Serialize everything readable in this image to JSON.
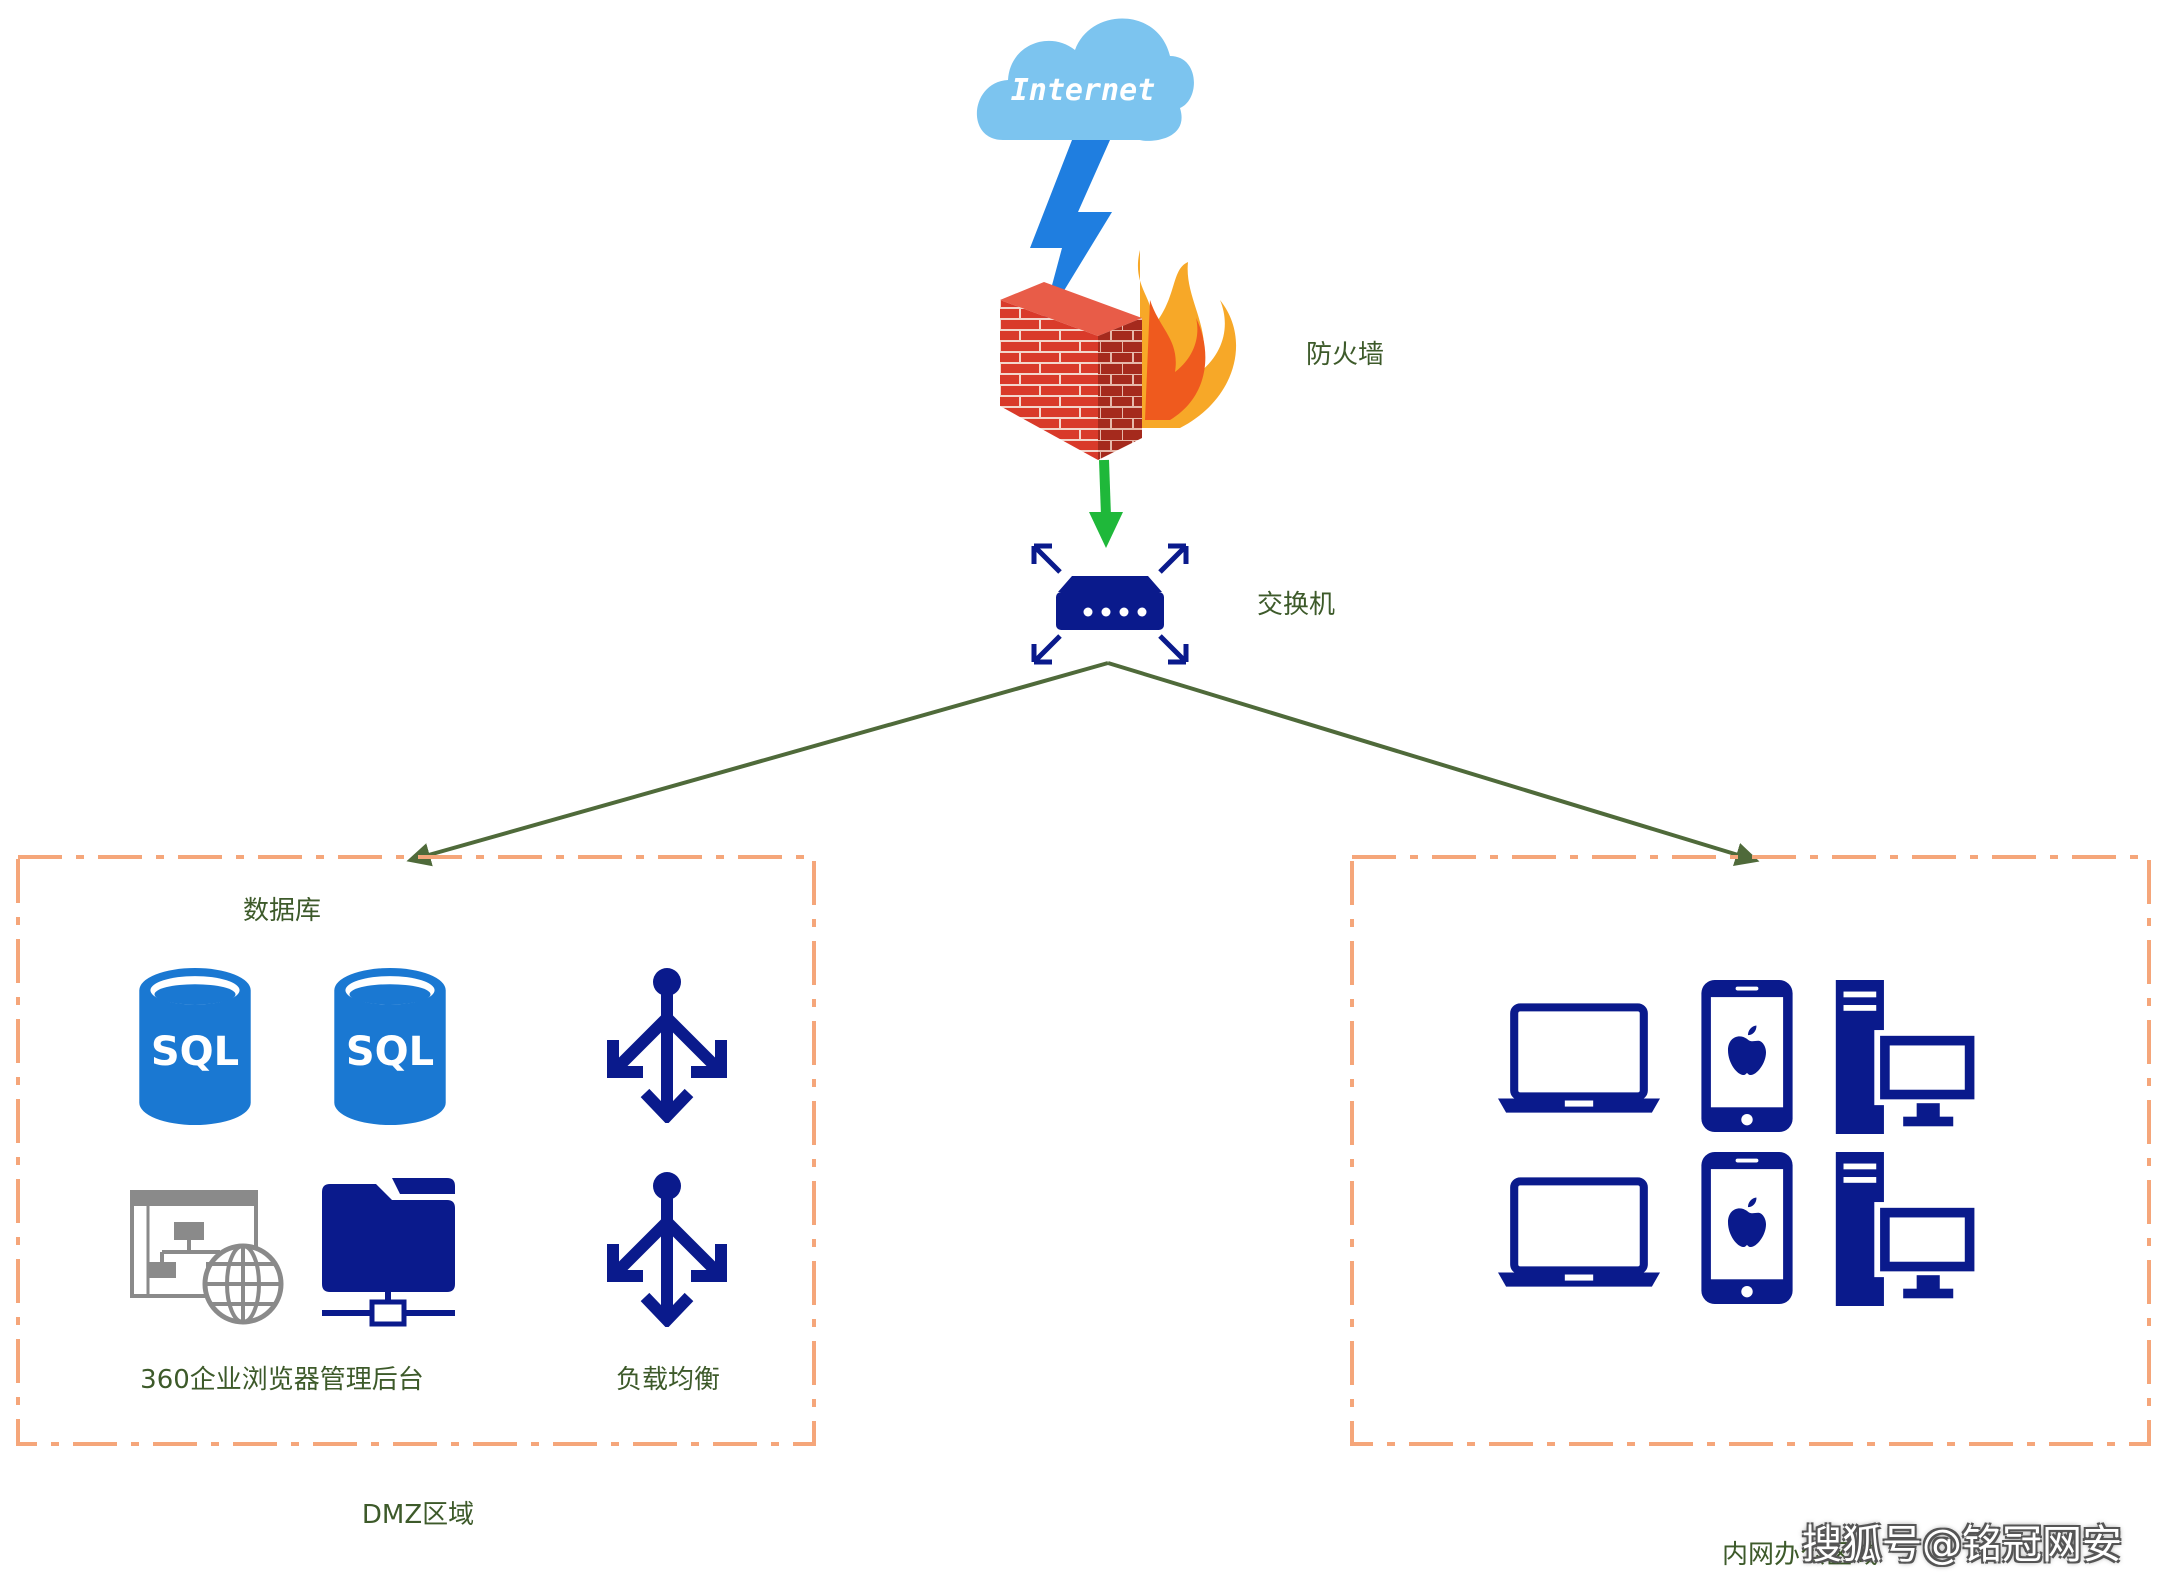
{
  "internet_label": "Internet",
  "labels": {
    "firewall": "防火墙",
    "switch": "交换机",
    "database": "数据库",
    "management": "360企业浏览器管理后台",
    "load_balance": "负载均衡",
    "dmz_zone": "DMZ区域",
    "intranet_zone": "内网办公区域"
  },
  "sql_text": "SQL",
  "watermark": "搜狐号@铭冠网安",
  "colors": {
    "edge": "#4f6a3a",
    "zone_border": "#f5a67a",
    "device_blue": "#0a1a8c",
    "sql_blue": "#1a78d2",
    "cloud": "#7cc4ef",
    "bolt": "#1f7ee0",
    "arrow_green": "#1fb83a",
    "brick": "#d93a2a"
  },
  "icons": [
    "cloud-icon",
    "lightning-icon",
    "firewall-icon",
    "switch-icon",
    "database-icon",
    "network-map-icon",
    "network-folder-icon",
    "load-balancer-icon",
    "laptop-icon",
    "phone-icon",
    "desktop-icon"
  ]
}
